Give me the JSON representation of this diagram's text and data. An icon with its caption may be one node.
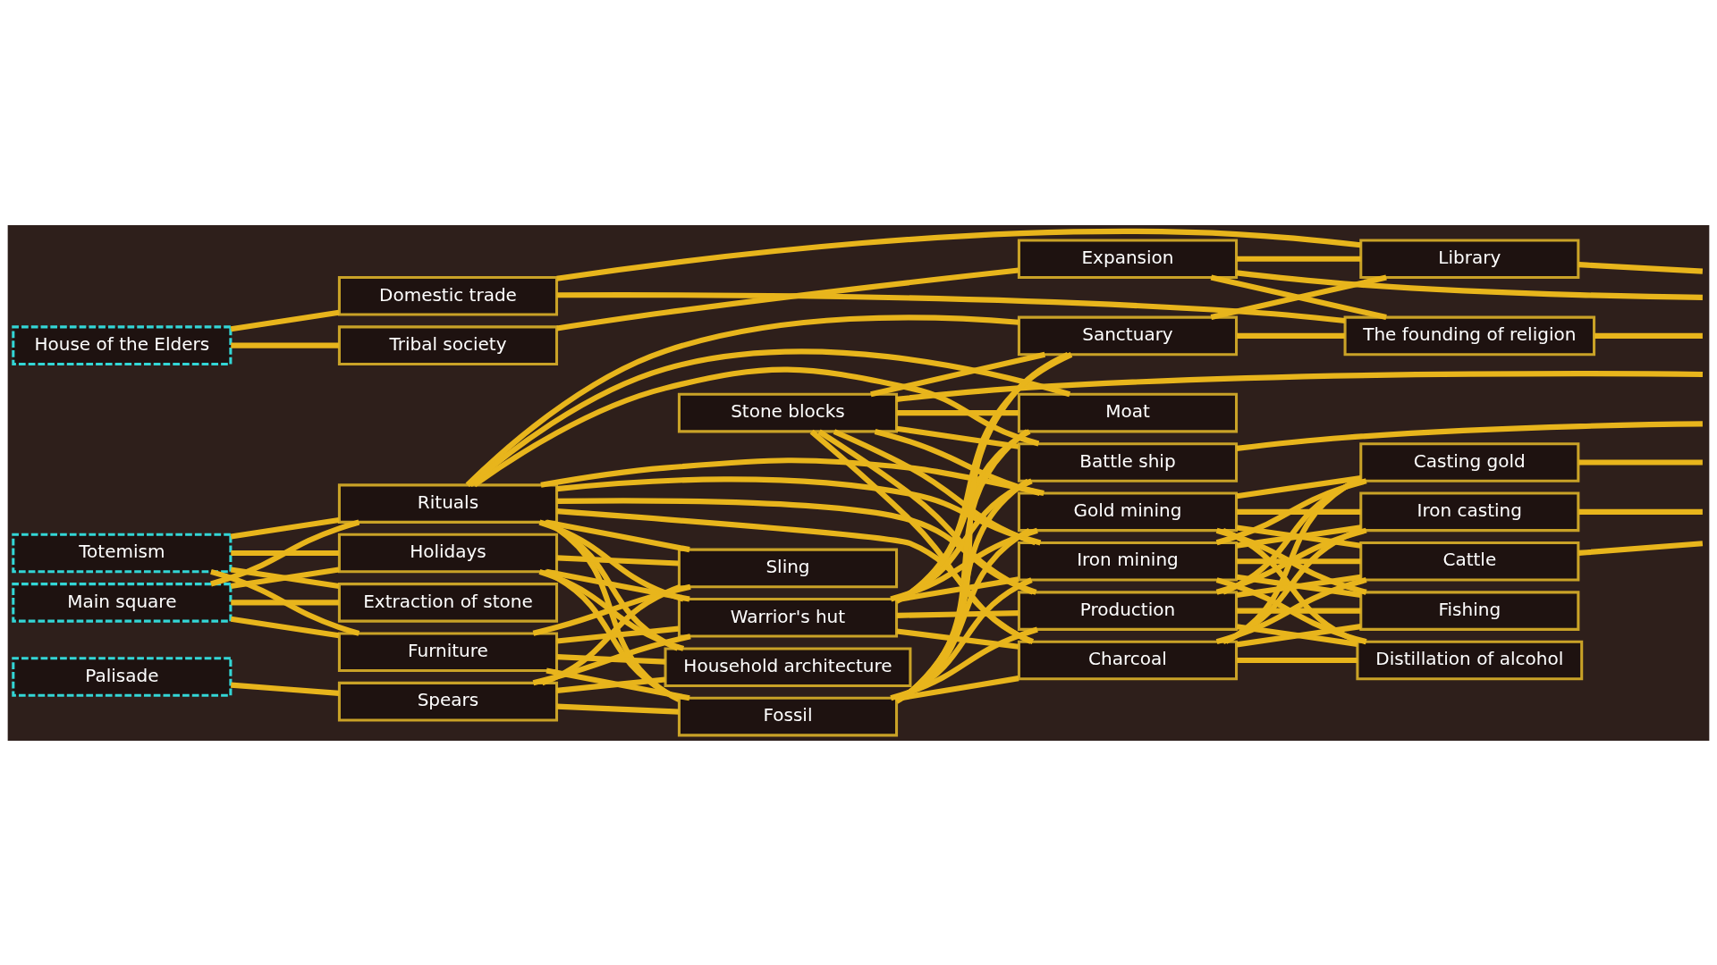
{
  "diagram": {
    "nodes": [
      {
        "text": [
          "House of the Elders"
        ]
      },
      {
        "text": [
          "Totemism"
        ]
      },
      {
        "text": [
          "Main square"
        ]
      },
      {
        "text": [
          "Palisade"
        ]
      },
      {
        "text": [
          "Domestic trade"
        ]
      },
      {
        "text": [
          "Tribal society"
        ]
      },
      {
        "text": [
          "Rituals"
        ]
      },
      {
        "text": [
          "Holidays"
        ]
      },
      {
        "text": [
          "Extraction of stone"
        ]
      },
      {
        "text": [
          "Furniture"
        ]
      },
      {
        "text": [
          "Spears"
        ]
      },
      {
        "text": [
          "Household architecture"
        ]
      },
      {
        "text": [
          "Stone blocks"
        ]
      },
      {
        "text": [
          "Sling"
        ]
      },
      {
        "text": [
          "Warrior's hut"
        ]
      },
      {
        "text": [
          "Fossil"
        ]
      },
      {
        "text": [
          "Expansion"
        ]
      },
      {
        "text": [
          "Sanctuary"
        ]
      },
      {
        "text": [
          "Moat"
        ]
      },
      {
        "text": [
          "Battle ship"
        ]
      },
      {
        "text": [
          "Gold mining"
        ]
      },
      {
        "text": [
          "Iron mining"
        ]
      },
      {
        "text": [
          "Production"
        ]
      },
      {
        "text": [
          "Charcoal"
        ]
      },
      {
        "text": [
          "Library"
        ]
      },
      {
        "text": [
          "The founding of religion"
        ]
      },
      {
        "text": [
          "Casting gold"
        ]
      },
      {
        "text": [
          "Iron casting"
        ]
      },
      {
        "text": [
          "Cattle"
        ]
      },
      {
        "text": [
          "Fishing"
        ]
      },
      {
        "text": [
          "Distillation of alcohol"
        ]
      }
    ],
    "edges": [
      {
        "from": 0,
        "to": 4,
        "arrow": "none"
      },
      {
        "from": 0,
        "to": 5,
        "arrow": "none"
      },
      {
        "from": 1,
        "to": 6,
        "arrow": "none"
      },
      {
        "from": 1,
        "to": 7,
        "arrow": "none"
      },
      {
        "from": 1,
        "to": 8,
        "arrow": "none"
      },
      {
        "from": 1,
        "to": 9,
        "arrow": "none"
      },
      {
        "from": 2,
        "to": 6,
        "arrow": "none"
      },
      {
        "from": 2,
        "to": 7,
        "arrow": "none"
      },
      {
        "from": 2,
        "to": 8,
        "arrow": "none"
      },
      {
        "from": 2,
        "to": 9,
        "arrow": "none"
      },
      {
        "from": 3,
        "to": 10,
        "arrow": "none"
      },
      {
        "from": 6,
        "to": 11,
        "arrow": "none"
      },
      {
        "from": 6,
        "to": 13,
        "arrow": "none"
      },
      {
        "from": 6,
        "to": 14,
        "arrow": "none"
      },
      {
        "from": 6,
        "to": 15,
        "arrow": "none"
      },
      {
        "from": 7,
        "to": 11,
        "arrow": "none"
      },
      {
        "from": 7,
        "to": 13,
        "arrow": "none"
      },
      {
        "from": 7,
        "to": 14,
        "arrow": "none"
      },
      {
        "from": 7,
        "to": 15,
        "arrow": "none"
      },
      {
        "from": 9,
        "to": 11,
        "arrow": "none"
      },
      {
        "from": 9,
        "to": 13,
        "arrow": "none"
      },
      {
        "from": 9,
        "to": 14,
        "arrow": "none"
      },
      {
        "from": 9,
        "to": 15,
        "arrow": "none"
      },
      {
        "from": 10,
        "to": 11,
        "arrow": "none"
      },
      {
        "from": 10,
        "to": 13,
        "arrow": "none"
      },
      {
        "from": 10,
        "to": 14,
        "arrow": "none"
      },
      {
        "from": 10,
        "to": 15,
        "arrow": "none"
      },
      {
        "from": 5,
        "to": 16,
        "arrow": "none"
      },
      {
        "from": 6,
        "to": 17,
        "arrow": "none"
      },
      {
        "from": 6,
        "to": 18,
        "arrow": "none"
      },
      {
        "from": 6,
        "to": 19,
        "arrow": "none"
      },
      {
        "from": 6,
        "to": 20,
        "arrow": "none"
      },
      {
        "from": 6,
        "to": 21,
        "arrow": "none"
      },
      {
        "from": 6,
        "to": 22,
        "arrow": "none"
      },
      {
        "from": 6,
        "to": 23,
        "arrow": "none"
      },
      {
        "from": 12,
        "to": 17,
        "arrow": "none"
      },
      {
        "from": 12,
        "to": 18,
        "arrow": "none"
      },
      {
        "from": 12,
        "to": 19,
        "arrow": "none"
      },
      {
        "from": 12,
        "to": 20,
        "arrow": "none"
      },
      {
        "from": 12,
        "to": 21,
        "arrow": "none"
      },
      {
        "from": 12,
        "to": 22,
        "arrow": "none"
      },
      {
        "from": 12,
        "to": 23,
        "arrow": "none"
      },
      {
        "from": 14,
        "to": 17,
        "arrow": "none"
      },
      {
        "from": 14,
        "to": 18,
        "arrow": "none"
      },
      {
        "from": 14,
        "to": 19,
        "arrow": "none"
      },
      {
        "from": 14,
        "to": 20,
        "arrow": "none"
      },
      {
        "from": 14,
        "to": 21,
        "arrow": "none"
      },
      {
        "from": 14,
        "to": 22,
        "arrow": "none"
      },
      {
        "from": 14,
        "to": 23,
        "arrow": "none"
      },
      {
        "from": 15,
        "to": 17,
        "arrow": "none"
      },
      {
        "from": 15,
        "to": 18,
        "arrow": "none"
      },
      {
        "from": 15,
        "to": 19,
        "arrow": "none"
      },
      {
        "from": 15,
        "to": 20,
        "arrow": "none"
      },
      {
        "from": 15,
        "to": 21,
        "arrow": "none"
      },
      {
        "from": 15,
        "to": 22,
        "arrow": "none"
      },
      {
        "from": 15,
        "to": 23,
        "arrow": "none"
      },
      {
        "from": 4,
        "to": 24,
        "arrow": "none"
      },
      {
        "from": 4,
        "to": 25,
        "arrow": "none"
      },
      {
        "from": 16,
        "to": 24,
        "arrow": "none"
      },
      {
        "from": 16,
        "to": 25,
        "arrow": "none"
      },
      {
        "from": 17,
        "to": 24,
        "arrow": "none"
      },
      {
        "from": 17,
        "to": 25,
        "arrow": "none"
      },
      {
        "from": 20,
        "to": 26,
        "arrow": "none"
      },
      {
        "from": 20,
        "to": 27,
        "arrow": "none"
      },
      {
        "from": 20,
        "to": 28,
        "arrow": "none"
      },
      {
        "from": 20,
        "to": 29,
        "arrow": "none"
      },
      {
        "from": 20,
        "to": 30,
        "arrow": "none"
      },
      {
        "from": 21,
        "to": 26,
        "arrow": "none"
      },
      {
        "from": 21,
        "to": 27,
        "arrow": "none"
      },
      {
        "from": 21,
        "to": 28,
        "arrow": "none"
      },
      {
        "from": 21,
        "to": 29,
        "arrow": "none"
      },
      {
        "from": 21,
        "to": 30,
        "arrow": "none"
      },
      {
        "from": 22,
        "to": 26,
        "arrow": "none"
      },
      {
        "from": 22,
        "to": 27,
        "arrow": "none"
      },
      {
        "from": 22,
        "to": 28,
        "arrow": "none"
      },
      {
        "from": 22,
        "to": 29,
        "arrow": "none"
      },
      {
        "from": 22,
        "to": 30,
        "arrow": "none"
      },
      {
        "from": 23,
        "to": 26,
        "arrow": "none"
      },
      {
        "from": 23,
        "to": 27,
        "arrow": "none"
      },
      {
        "from": 23,
        "to": 28,
        "arrow": "none"
      },
      {
        "from": 23,
        "to": 29,
        "arrow": "none"
      },
      {
        "from": 23,
        "to": 30,
        "arrow": "none"
      },
      {
        "from": 24,
        "to": null,
        "arrow": "none"
      },
      {
        "from": 16,
        "to": null,
        "arrow": "none"
      },
      {
        "from": 25,
        "to": null,
        "arrow": "none"
      },
      {
        "from": 12,
        "to": null,
        "arrow": "none"
      },
      {
        "from": 19,
        "to": null,
        "arrow": "none"
      },
      {
        "from": 26,
        "to": null,
        "arrow": "none"
      },
      {
        "from": 27,
        "to": null,
        "arrow": "none"
      },
      {
        "from": 28,
        "to": null,
        "arrow": "none"
      }
    ]
  }
}
